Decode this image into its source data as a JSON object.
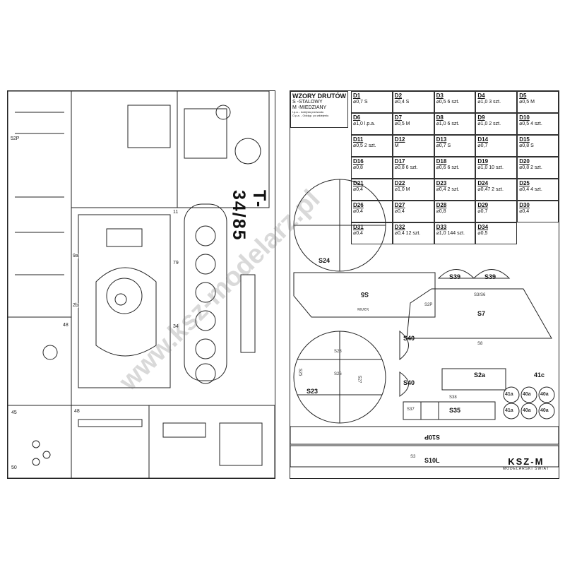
{
  "left_page": {
    "model_title": "T-34/85",
    "part_labels": [
      "45",
      "48",
      "50",
      "52P",
      "48",
      "11",
      "9a",
      "2b",
      "79",
      "34"
    ]
  },
  "wire_legend": {
    "title": "WZORY DRUTÓW",
    "steel": "S -STALOWY",
    "copper": "M -MIEDZIANY",
    "note1": "l.p.a. - kolejnia przewodu",
    "note2": "O.p.a. - Odcięp. po wklejeniu"
  },
  "wires": [
    {
      "id": "D1",
      "spec": "⌀0,7 S"
    },
    {
      "id": "D2",
      "spec": "⌀0,4 S"
    },
    {
      "id": "D3",
      "spec": "⌀0,5 6 szt."
    },
    {
      "id": "D4",
      "spec": "⌀1,0 3 szt."
    },
    {
      "id": "D5",
      "spec": "⌀0,5 M"
    },
    {
      "id": "D6",
      "spec": "⌀1,0 l.p.a."
    },
    {
      "id": "D7",
      "spec": "⌀0,5 M"
    },
    {
      "id": "D8",
      "spec": "⌀1,0 6 szt."
    },
    {
      "id": "D9",
      "spec": "⌀1,0 2 szt."
    },
    {
      "id": "D10",
      "spec": "⌀0,5 4 szt."
    },
    {
      "id": "D11",
      "spec": "⌀0,5 2 szt."
    },
    {
      "id": "D12",
      "spec": "M"
    },
    {
      "id": "D13",
      "spec": "⌀0,7 S"
    },
    {
      "id": "D14",
      "spec": "⌀0,7"
    },
    {
      "id": "D15",
      "spec": "⌀0,8 S"
    },
    {
      "id": "D16",
      "spec": "⌀0,8"
    },
    {
      "id": "D17",
      "spec": "⌀0,8 6 szt."
    },
    {
      "id": "D18",
      "spec": "⌀0,6 6 szt."
    },
    {
      "id": "D19",
      "spec": "⌀1,0 10 szt."
    },
    {
      "id": "D20",
      "spec": "⌀0,8 2 szt."
    },
    {
      "id": "D21",
      "spec": "⌀0,4"
    },
    {
      "id": "D22",
      "spec": "⌀1,0 M"
    },
    {
      "id": "D23",
      "spec": "⌀0,4 2 szt."
    },
    {
      "id": "D24",
      "spec": "⌀0,47 2 szt."
    },
    {
      "id": "D25",
      "spec": "⌀0,4 4 szt."
    },
    {
      "id": "D26",
      "spec": "⌀0,4"
    },
    {
      "id": "D27",
      "spec": "⌀0,4"
    },
    {
      "id": "D28",
      "spec": "⌀0,8"
    },
    {
      "id": "D29",
      "spec": "⌀0,7"
    },
    {
      "id": "D30",
      "spec": "⌀0,4"
    },
    {
      "id": "D31",
      "spec": "⌀0,4"
    },
    {
      "id": "D32",
      "spec": "⌀0,4 12 szt."
    },
    {
      "id": "D33",
      "spec": "⌀1,0 144 szt."
    },
    {
      "id": "D34",
      "spec": "⌀0,5"
    }
  ],
  "parts": {
    "S24": "S24",
    "S23": "S23",
    "S5": "S5",
    "S5b": "S5",
    "S39a": "S39",
    "S39b": "S39",
    "S7": "S7",
    "S40a": "S40",
    "S40b": "S40",
    "S2a": "S2a",
    "S35": "S35",
    "S10P": "S10P",
    "S10L": "S10L",
    "S37": "S37",
    "S38": "S38",
    "S41c": "41c",
    "S41a1": "41a",
    "S41a2": "41a",
    "S40a1": "40a",
    "S40a2": "40a",
    "S40a3": "40a",
    "S40a4": "40a",
    "S36": "S3/S6",
    "S28": "S28",
    "S26": "S26",
    "S27": "S27",
    "S25": "S25",
    "S8": "S8",
    "S2P": "S2P",
    "S3": "S3"
  },
  "logo": {
    "brand": "KSZ-M",
    "subtitle": "MODELARSKI ŚWIAT"
  },
  "watermark": "www.ksz-modelarz.pl"
}
